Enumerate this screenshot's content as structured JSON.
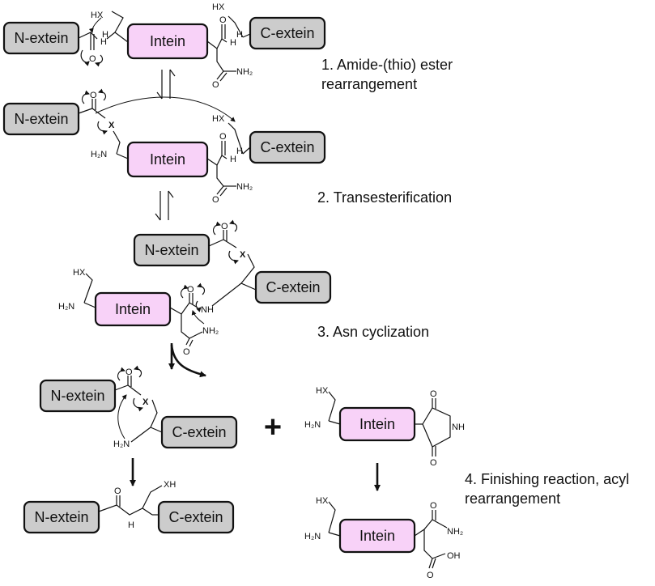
{
  "labels": {
    "n_extein": "N-extein",
    "c_extein": "C-extein",
    "intein": "Intein"
  },
  "atoms": {
    "hx": "HX",
    "xh": "XH",
    "o": "O",
    "x": "X",
    "h": "H",
    "nh": "NH",
    "h2n": "H₂N",
    "nh2": "NH₂",
    "oh": "OH"
  },
  "steps": {
    "step1_line1": "1. Amide-(thio) ester",
    "step1_line2": "rearrangement",
    "step2": "2. Transesterification",
    "step3": "3. Asn cyclization",
    "step4_line1": "4. Finishing reaction, acyl",
    "step4_line2": "rearrangement"
  },
  "plus_sign": "+"
}
